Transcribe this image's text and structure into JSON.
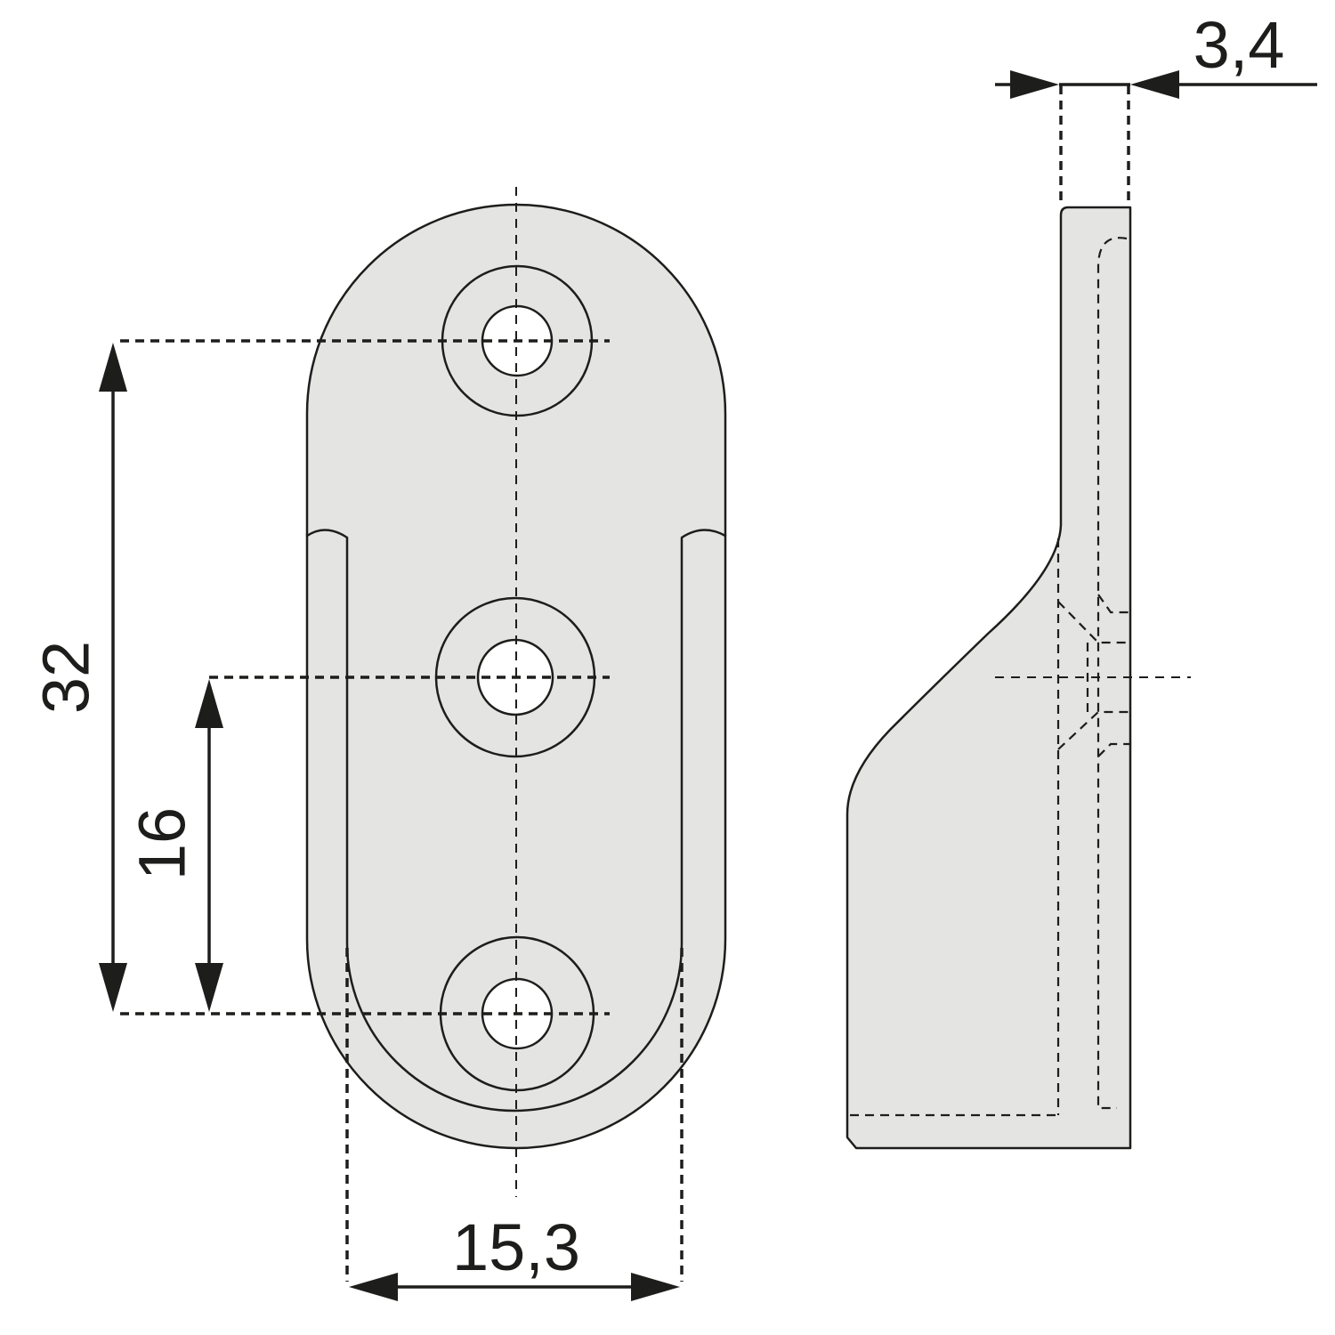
{
  "dimensions": {
    "overall_hole_spacing": "32",
    "half_hole_spacing": "16",
    "slot_width": "15,3",
    "plate_thickness": "3,4"
  },
  "colors": {
    "part_fill": "#e4e4e3",
    "line": "#1d1d1b",
    "hole_fill": "#ffffff"
  }
}
